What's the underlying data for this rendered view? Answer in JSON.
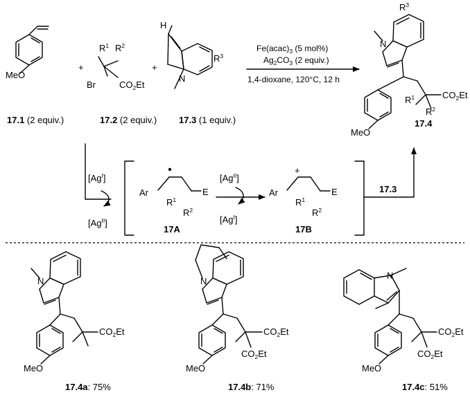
{
  "reactants": {
    "r1": {
      "id": "17.1",
      "amount": " (2 equiv.)",
      "group_meo": "MeO"
    },
    "r2": {
      "id": "17.2",
      "amount": " (2 equiv.)",
      "r1": "R",
      "r1_sup": "1",
      "r2": "R",
      "r2_sup": "2",
      "br": "Br",
      "ester": "CO",
      "ester_sub": "2",
      "ester_tail": "Et"
    },
    "r3": {
      "id": "17.3",
      "amount": " (1 equiv.)",
      "h": "H",
      "n": "N",
      "r3": "R",
      "r3_sup": "3"
    },
    "plus": "+"
  },
  "conditions": {
    "line1_a": "Fe(acac)",
    "line1_sub": "3",
    "line1_b": " (5 mol%)",
    "line2_a": "Ag",
    "line2_sub1": "2",
    "line2_b": "CO",
    "line2_sub2": "3",
    "line2_c": " (2 equiv.)",
    "line3": "1,4-dioxane, 120°C, 12 h"
  },
  "product": {
    "id": "17.4",
    "n": "N",
    "r3": "R",
    "r3_sup": "3",
    "r1": "R",
    "r1_sup": "1",
    "r2": "R",
    "r2_sup": "2",
    "ester": "CO",
    "ester_sub": "2",
    "ester_tail": "Et",
    "meo": "MeO"
  },
  "mechanism": {
    "ag_i": "[Ag",
    "ag_i_sup": "I",
    "ag_close": "]",
    "ag_ii": "[Ag",
    "ag_ii_sup": "II",
    "int_a": {
      "id": "17A",
      "ar": "Ar",
      "e": "E",
      "r1": "R",
      "r1_sup": "1",
      "r2": "R",
      "r2_sup": "2"
    },
    "int_b": {
      "id": "17B",
      "ar": "Ar",
      "e": "E",
      "r1": "R",
      "r1_sup": "1",
      "r2": "R",
      "r2_sup": "2",
      "plus": "+"
    },
    "arrow_label": "17.3"
  },
  "examples": [
    {
      "id": "17.4a",
      "yield": ": 75%",
      "n": "N",
      "meo": "MeO",
      "ester": "CO",
      "ester_sub": "2",
      "ester_tail": "Et"
    },
    {
      "id": "17.4b",
      "yield": ": 71%",
      "n": "N",
      "meo": "MeO",
      "ester": "CO",
      "ester_sub": "2",
      "ester_tail": "Et"
    },
    {
      "id": "17.4c",
      "yield": ": 51%",
      "n": "N",
      "meo": "MeO",
      "ester": "CO",
      "ester_sub": "2",
      "ester_tail": "Et"
    }
  ]
}
